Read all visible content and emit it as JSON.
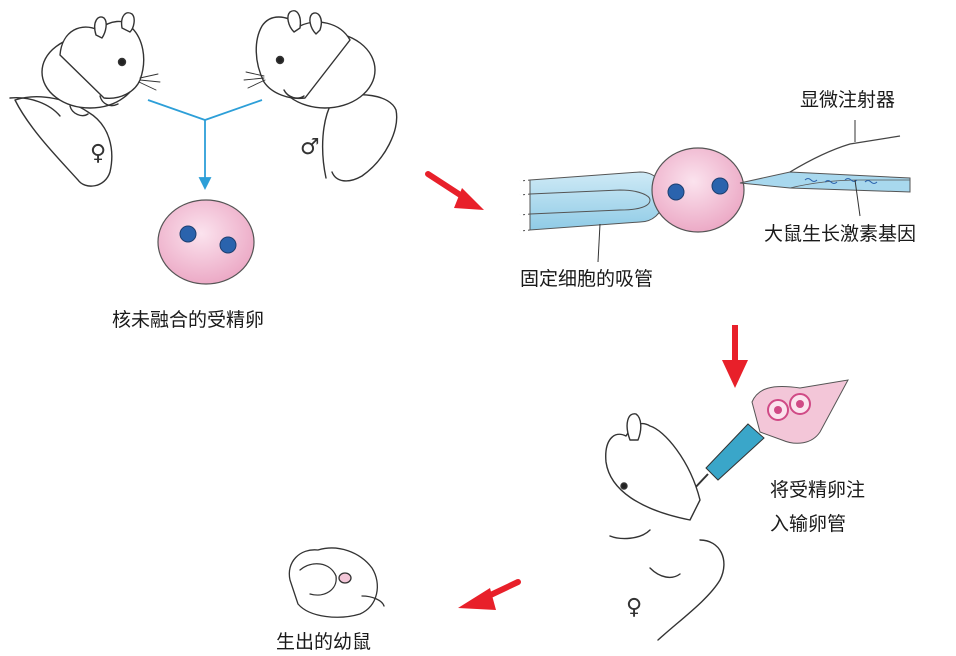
{
  "labels": {
    "zygote": "核未融合的受精卵",
    "pipette": "固定细胞的吸管",
    "microinjector": "显微注射器",
    "gene": "大鼠生长激素基因",
    "inject_line1": "将受精卵注",
    "inject_line2": "入输卵管",
    "offspring": "生出的幼鼠"
  },
  "symbols": {
    "female_top": "♀",
    "male_top": "♂",
    "female_host": "♀"
  },
  "colors": {
    "cell_fill": "#f3c6d8",
    "cell_edge": "#d57aa0",
    "nucleus": "#2a63ad",
    "line_blue": "#2d9fd8",
    "arrow_red": "#e8202a",
    "pipette_blue": "#a8d8ee",
    "ink": "#333333"
  }
}
